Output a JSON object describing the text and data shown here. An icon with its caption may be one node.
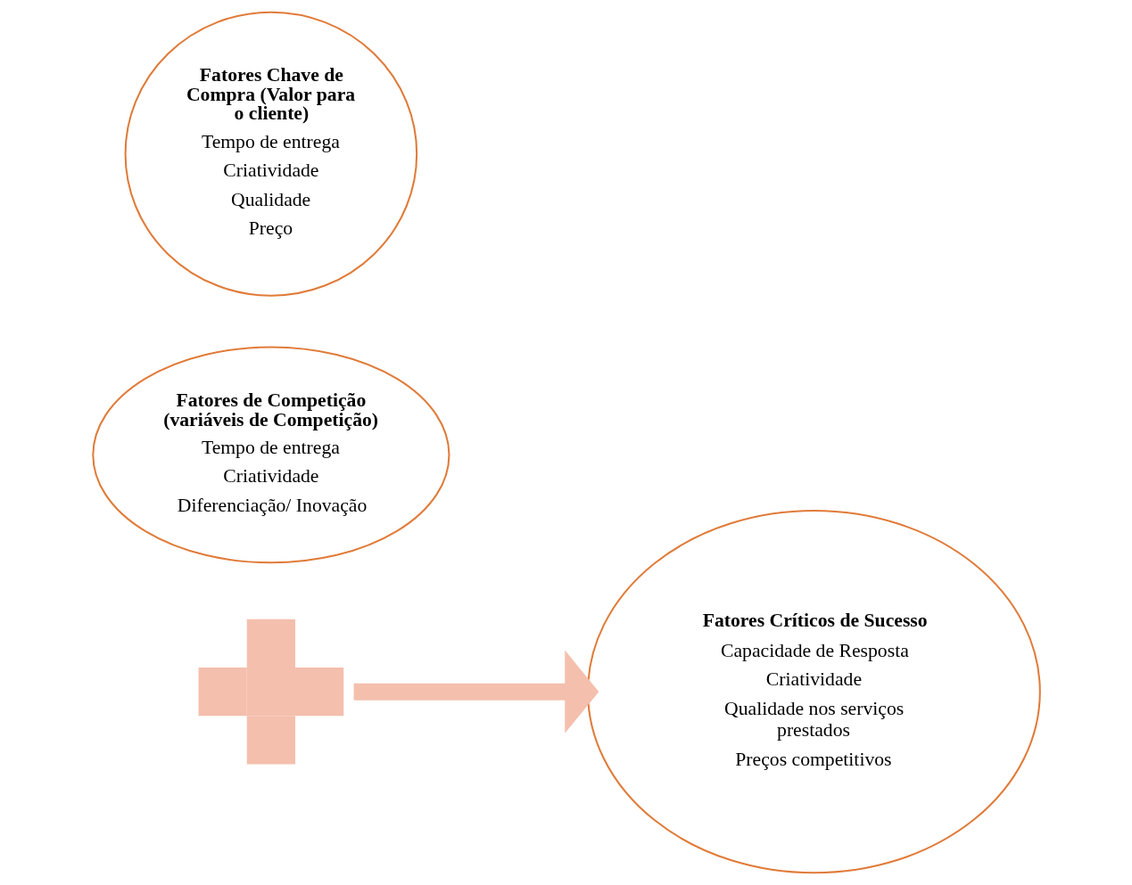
{
  "diagram": {
    "nodes": [
      {
        "text": [
          "Fatores Chave de Compra (Valor para o cliente)",
          "Tempo de entrega",
          "Criatividade",
          "Qualidade",
          "Preço"
        ]
      },
      {
        "text": [],
        "shape": "plus"
      },
      {
        "text": [
          "Fatores de Competição (variáveis de Competição)",
          "Tempo de entrega",
          "Criatividade",
          "Diferenciação/ Inovação"
        ]
      },
      {
        "text": [
          "Fatores Críticos de Sucesso",
          "Capacidade de Resposta",
          "Criatividade",
          "Qualidade nos serviços prestados",
          "Preços competitivos"
        ]
      }
    ],
    "edges": [
      {
        "from": 1,
        "to": 3,
        "arrow": "to",
        "color": "#f4bfad"
      }
    ]
  }
}
